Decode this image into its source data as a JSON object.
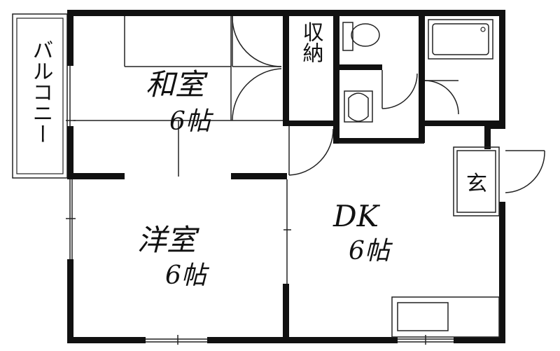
{
  "rooms": {
    "washitsu": {
      "name": "和室",
      "size": "6帖"
    },
    "youshitsu": {
      "name": "洋室",
      "size": "6帖"
    },
    "dk": {
      "name": "DK",
      "size": "6帖"
    },
    "shuno": {
      "name": "収納"
    },
    "balcony": {
      "name": "バルコニー"
    },
    "entrance": {
      "name": "玄"
    }
  }
}
